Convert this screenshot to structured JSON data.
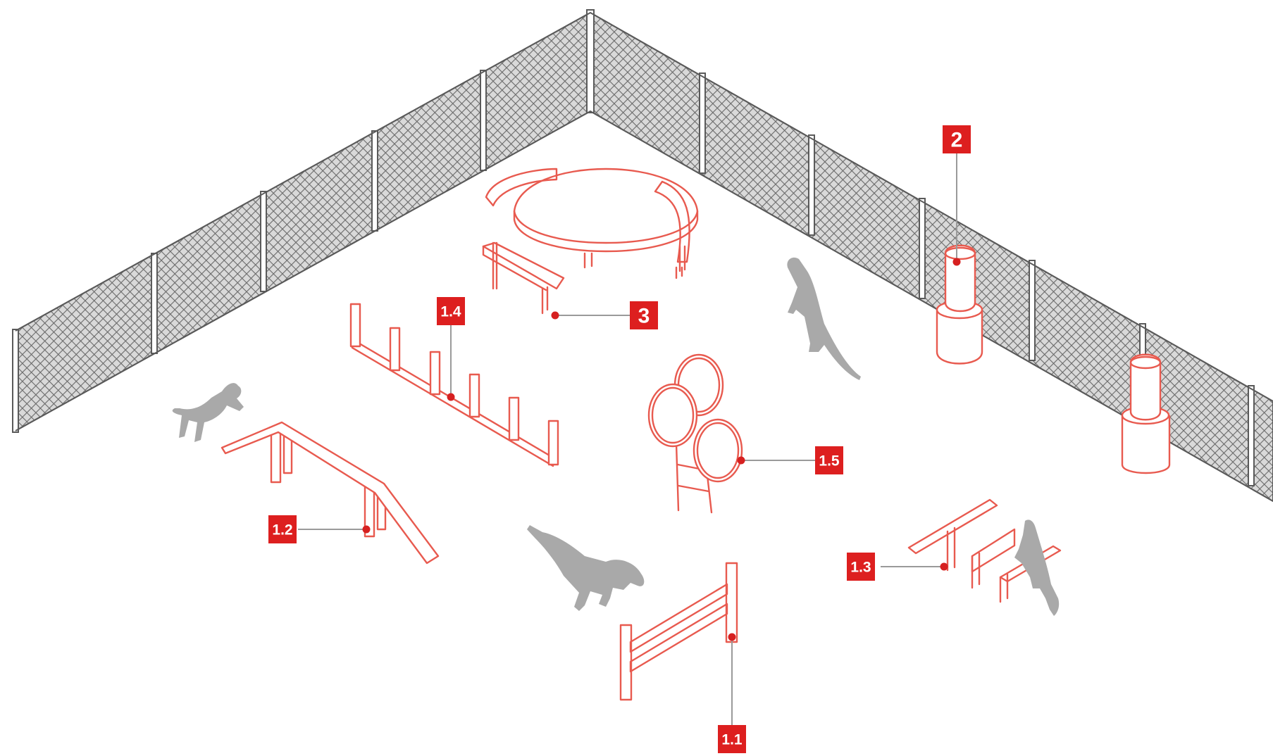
{
  "labels": {
    "l2": "2",
    "l3": "3",
    "l14": "1.4",
    "l15": "1.5",
    "l12": "1.2",
    "l13": "1.3",
    "l11": "1.1"
  },
  "colors": {
    "equipment": "#e85a4f",
    "tag": "#dd1f1f",
    "fence": "#5a5a5a",
    "dog": "#a9a9a9"
  }
}
